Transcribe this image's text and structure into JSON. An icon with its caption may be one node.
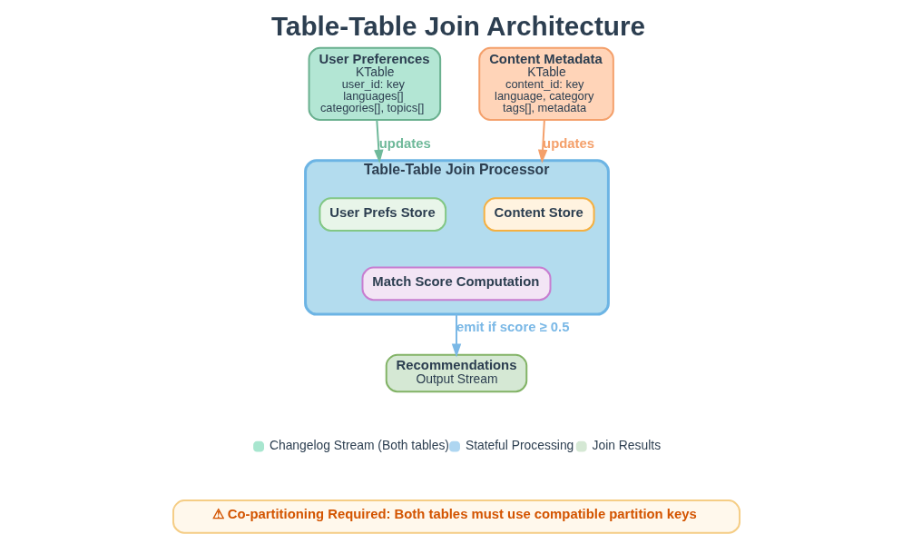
{
  "diagram": {
    "title": "Table-Table Join Architecture",
    "nodes": [
      {
        "text": [
          "User Preferences",
          "KTable",
          "user_id: key",
          "languages[]",
          "categories[], topics[]"
        ]
      },
      {
        "text": [
          "Content Metadata",
          "KTable",
          "content_id: key",
          "language, category",
          "tags[], metadata"
        ]
      },
      {
        "text": [
          "Table-Table Join Processor"
        ]
      },
      {
        "text": [
          "User Prefs Store"
        ],
        "in": 2
      },
      {
        "text": [
          "Content Store"
        ],
        "in": 2
      },
      {
        "text": [
          "Match Score Computation"
        ],
        "in": 2
      },
      {
        "text": [
          "Recommendations",
          "Output Stream"
        ]
      },
      {
        "text": [
          "⚠ Co-partitioning Required: Both tables must use compatible partition keys"
        ]
      }
    ],
    "edges": [
      {
        "from": 0,
        "to": 2,
        "arrow": "to",
        "label": "updates",
        "color": "#6fb99a"
      },
      {
        "from": 1,
        "to": 2,
        "arrow": "to",
        "label": "updates",
        "color": "#f4a06b"
      },
      {
        "from": 2,
        "to": 6,
        "arrow": "to",
        "label": "emit if score ≥ 0.5",
        "color": "#7ab8e6"
      }
    ],
    "legend": [
      {
        "text": "Changelog Stream (Both tables)",
        "color": "#a8e6cf"
      },
      {
        "text": "Stateful Processing",
        "color": "#aed6f1"
      },
      {
        "text": "Join Results",
        "color": "#d5e8d4"
      }
    ]
  }
}
